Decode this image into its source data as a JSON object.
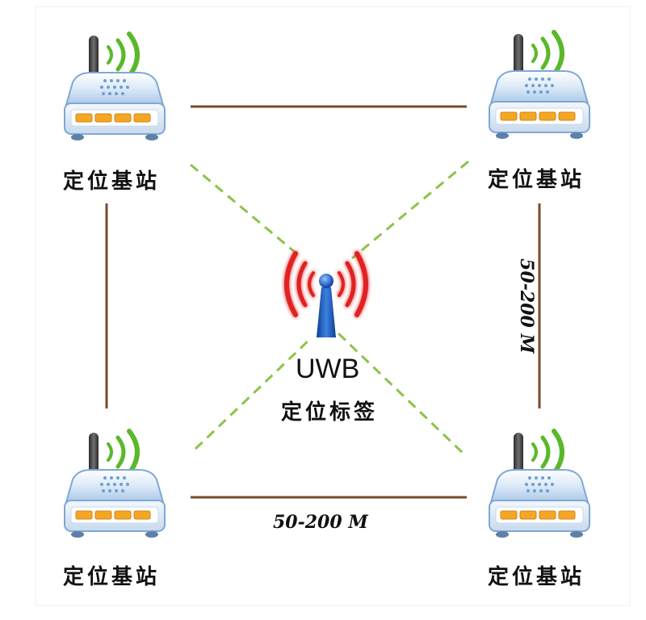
{
  "stations": [
    {
      "label": "定位基站"
    },
    {
      "label": "定位基站"
    },
    {
      "label": "定位基站"
    },
    {
      "label": "定位基站"
    }
  ],
  "tag": {
    "name": "UWB",
    "label": "定位标签"
  },
  "distances": {
    "horizontal": "50-200 M",
    "vertical": "50-200 M"
  },
  "colors": {
    "edge": "#7a4a2a",
    "link": "#8cc34a",
    "signal_green": "#5ab82a",
    "signal_red": "#e02020",
    "tag_blue": "#1a5fc8",
    "router_body": "#cfe2f5",
    "led": "#f5a623"
  },
  "icons": [
    "router-icon",
    "wifi-signal-icon",
    "uwb-tag-antenna-icon"
  ]
}
